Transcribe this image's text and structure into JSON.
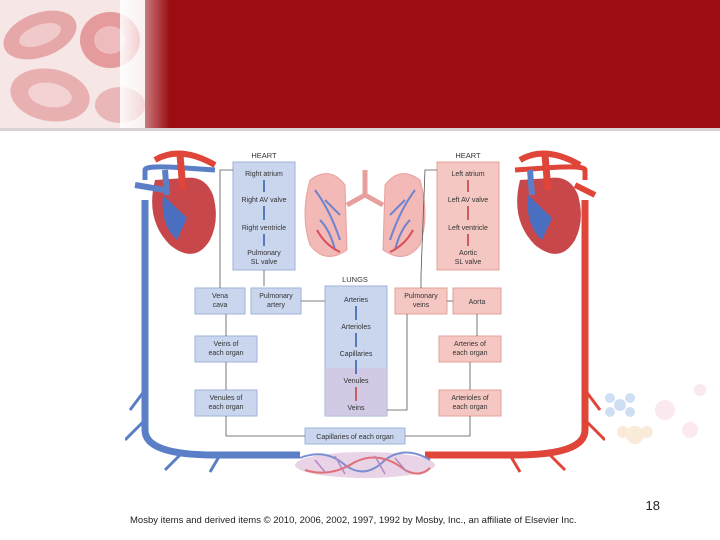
{
  "diagram": {
    "heart_label_left": "HEART",
    "heart_label_right": "HEART",
    "lungs_label": "LUNGS",
    "right_heart": [
      "Right atrium",
      "Right AV valve",
      "Right ventricle",
      "Pulmonary",
      "SL valve"
    ],
    "left_heart": [
      "Left atrium",
      "Left AV valve",
      "Left ventricle",
      "Aortic",
      "SL valve"
    ],
    "venous": {
      "vena_cava": [
        "Vena",
        "cava"
      ],
      "veins": [
        "Veins of",
        "each organ"
      ],
      "venules": [
        "Venules of",
        "each organ"
      ]
    },
    "pulmonary_artery": [
      "Pulmonary",
      "artery"
    ],
    "pulmonary_veins": [
      "Pulmonary",
      "veins"
    ],
    "lung_column": [
      "Arteries",
      "Arterioles",
      "Capillaries",
      "Venules",
      "Veins"
    ],
    "arterial": {
      "aorta": "Aorta",
      "arteries": [
        "Arteries of",
        "each organ"
      ],
      "arterioles": [
        "Arterioles of",
        "each organ"
      ]
    },
    "capillaries": "Capillaries of each organ",
    "colors": {
      "blue": "#5a7fc7",
      "red": "#e0453a",
      "box": "#c9d6ee",
      "pink": "#f4c7c2"
    }
  },
  "page_number": "18",
  "credit": "Mosby items and derived items © 2010, 2006, 2002, 1997, 1992 by Mosby, Inc., an affiliate of Elsevier Inc."
}
